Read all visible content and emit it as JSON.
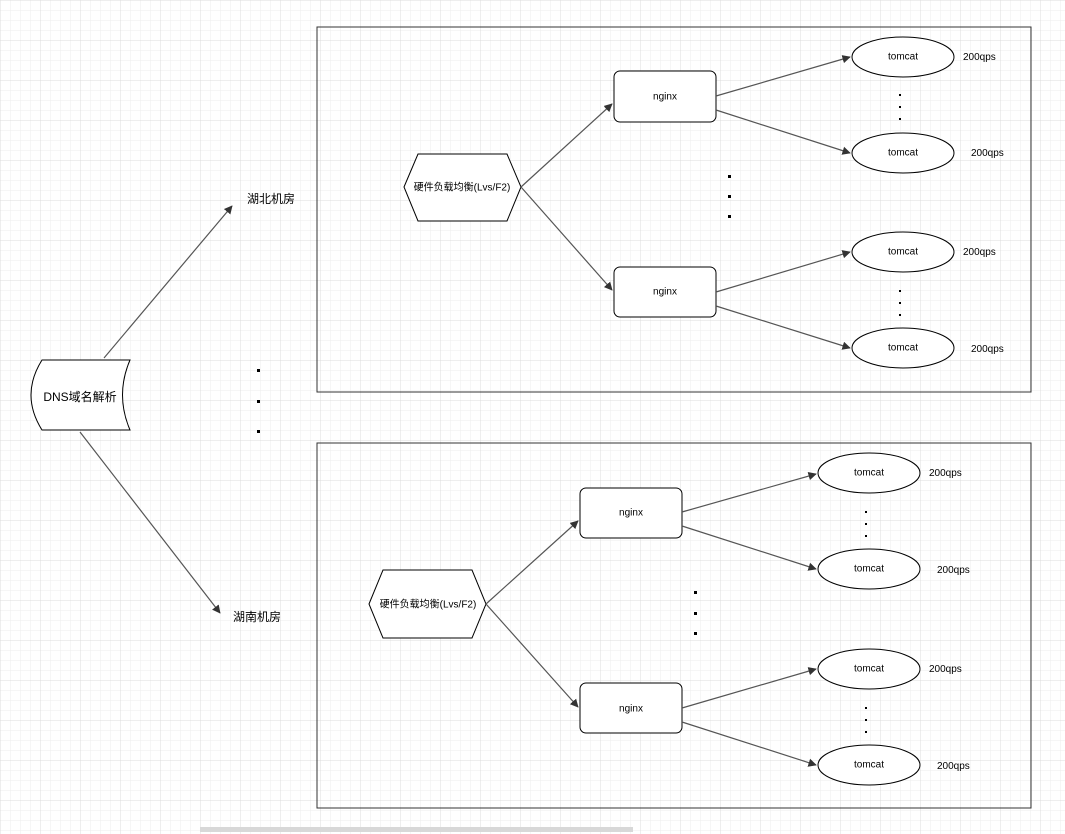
{
  "dns": {
    "label": "DNS域名解析"
  },
  "rooms": [
    {
      "label": "湖北机房"
    },
    {
      "label": "湖南机房"
    }
  ],
  "clusters": [
    {
      "balancer": "硬件负载均衡(Lvs/F2)",
      "nginx": [
        {
          "label": "nginx",
          "tomcats": [
            {
              "label": "tomcat",
              "qps": "200qps"
            },
            {
              "label": "tomcat",
              "qps": "200qps"
            }
          ]
        },
        {
          "label": "nginx",
          "tomcats": [
            {
              "label": "tomcat",
              "qps": "200qps"
            },
            {
              "label": "tomcat",
              "qps": "200qps"
            }
          ]
        }
      ]
    },
    {
      "balancer": "硬件负载均衡(Lvs/F2)",
      "nginx": [
        {
          "label": "nginx",
          "tomcats": [
            {
              "label": "tomcat",
              "qps": "200qps"
            },
            {
              "label": "tomcat",
              "qps": "200qps"
            }
          ]
        },
        {
          "label": "nginx",
          "tomcats": [
            {
              "label": "tomcat",
              "qps": "200qps"
            },
            {
              "label": "tomcat",
              "qps": "200qps"
            }
          ]
        }
      ]
    }
  ],
  "colors": {
    "grid_minor": "#eeeeee",
    "grid_major": "#dcdcdc",
    "stroke": "#000000",
    "edge": "#555555"
  }
}
